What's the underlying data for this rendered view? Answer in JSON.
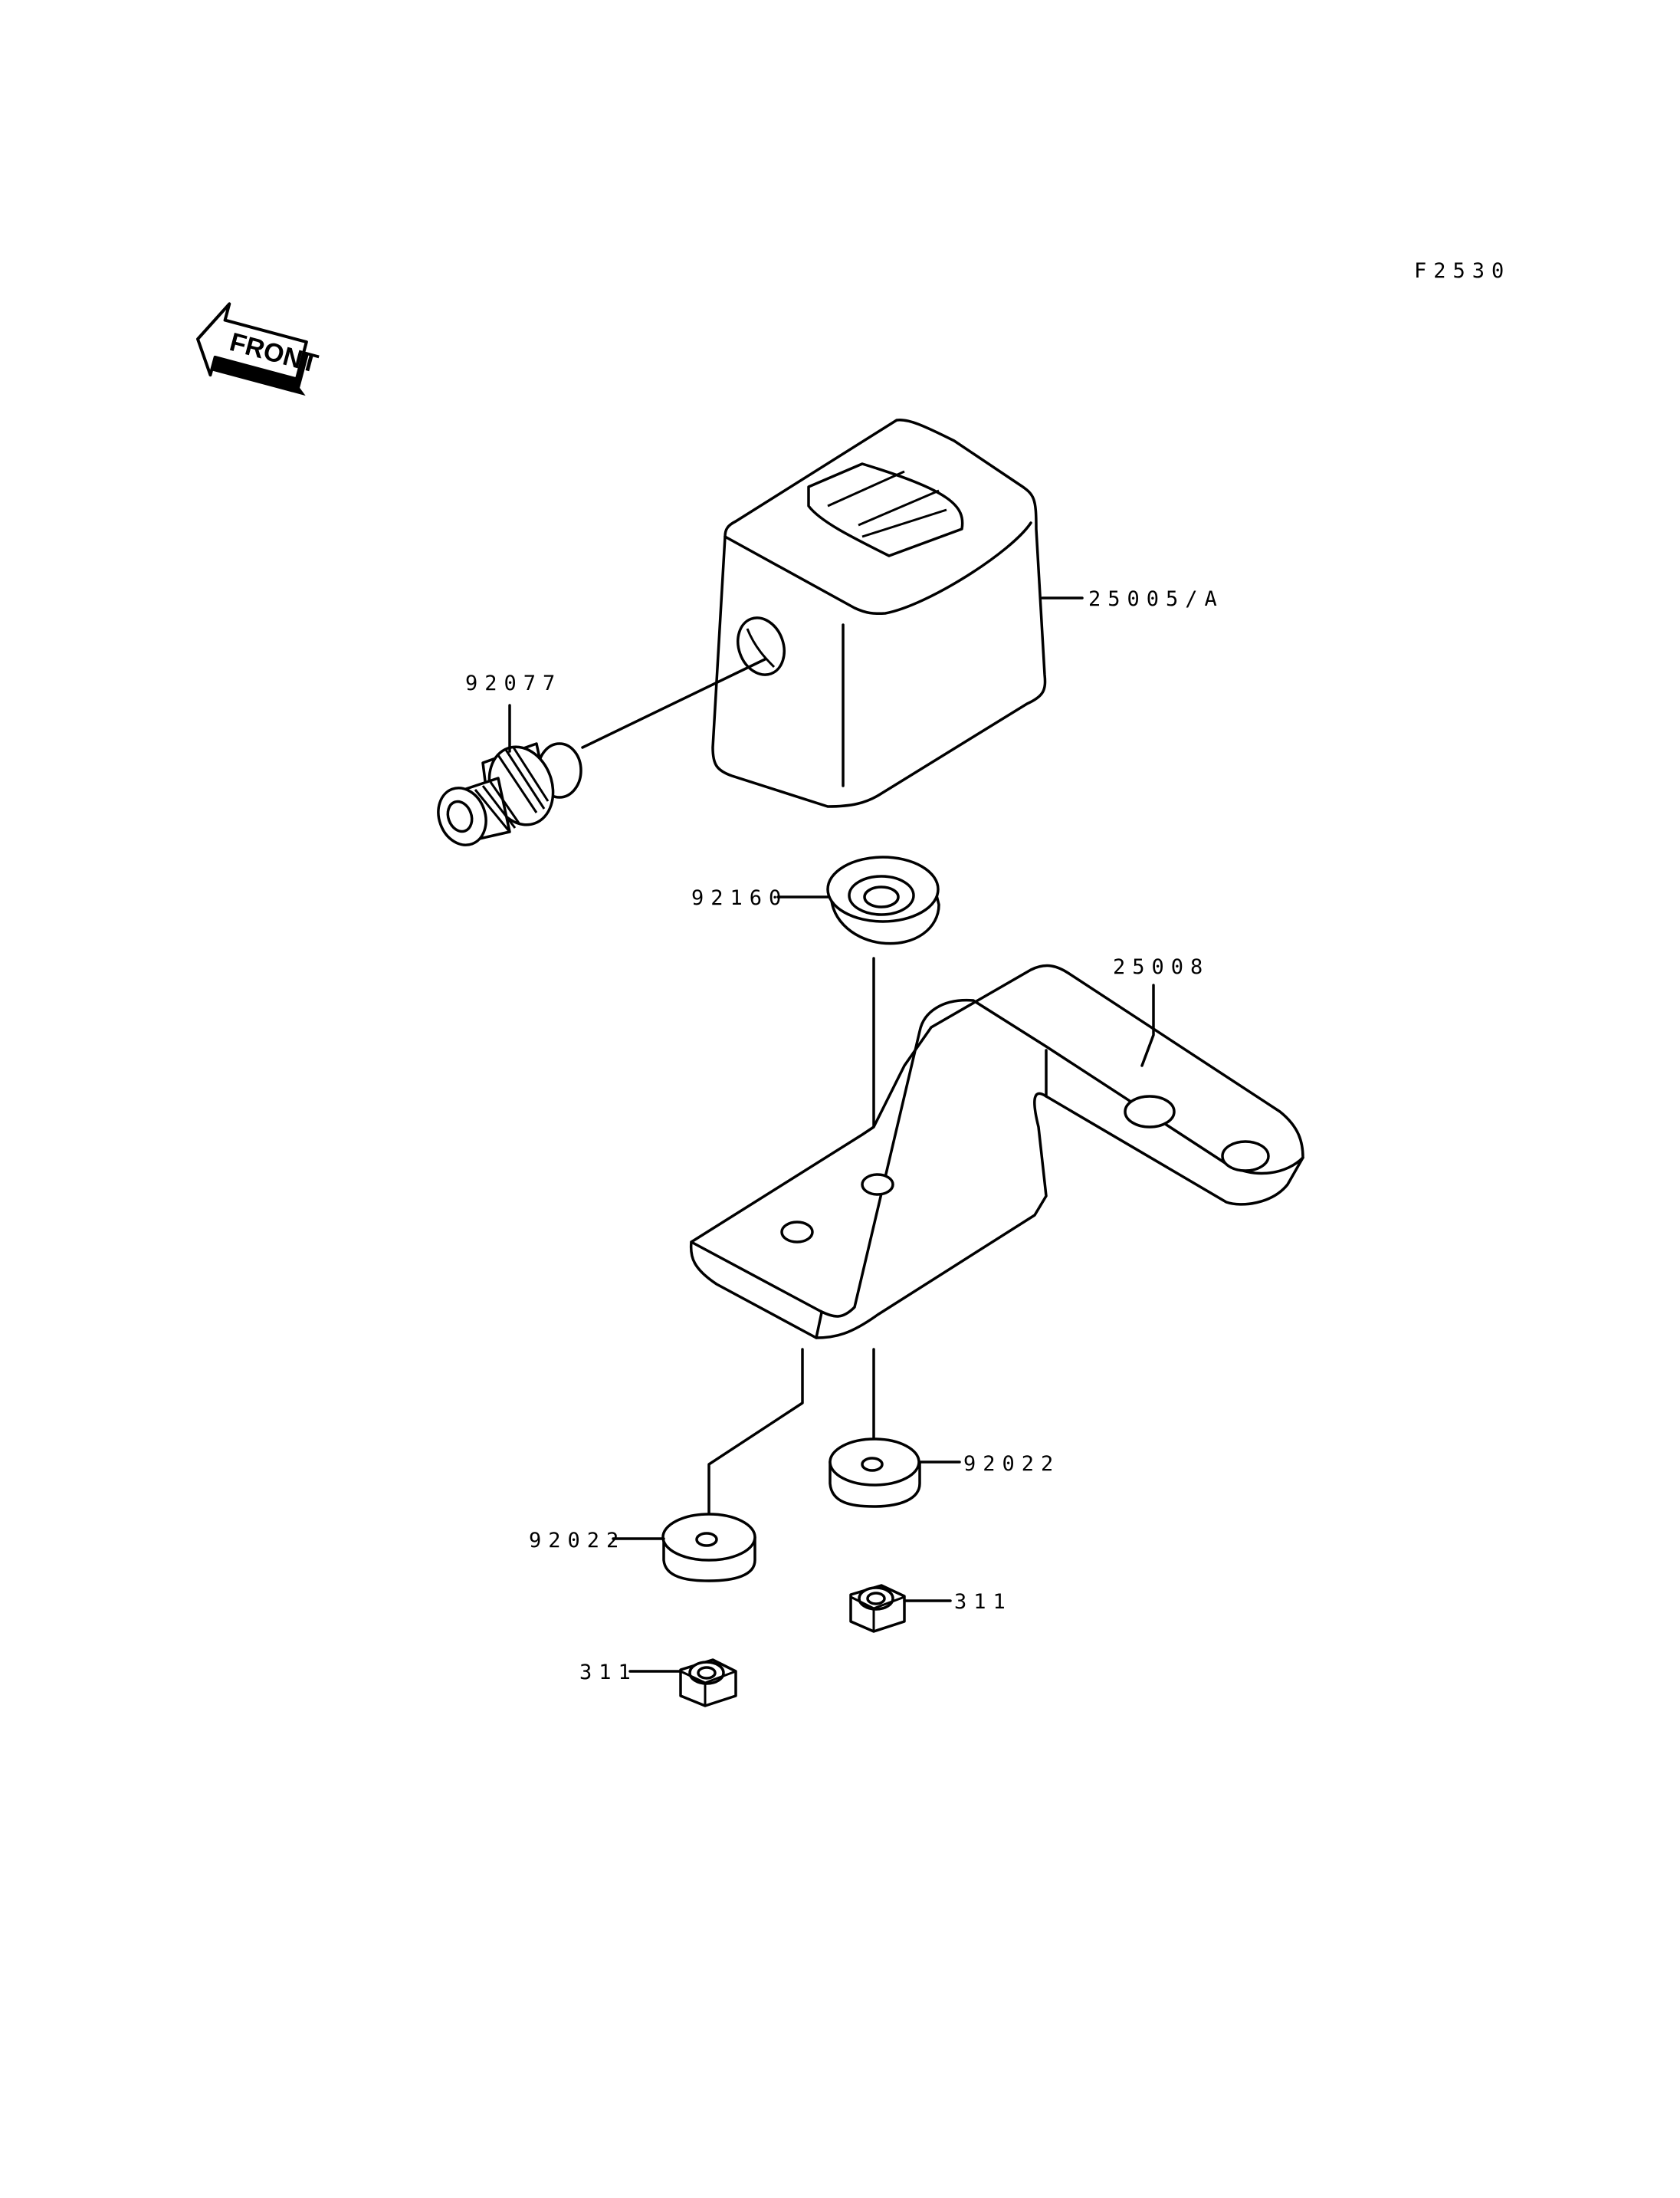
{
  "figure_code": "F2530",
  "front_arrow_text": "FRONT",
  "parts": [
    {
      "id": "speedo-meter",
      "number": "25005/A"
    },
    {
      "id": "pinion-joint",
      "number": "92077"
    },
    {
      "id": "grommet",
      "number": "92160"
    },
    {
      "id": "bracket",
      "number": "25008"
    },
    {
      "id": "washer-right",
      "number": "92022"
    },
    {
      "id": "washer-left",
      "number": "92022"
    },
    {
      "id": "nut-right",
      "number": "311"
    },
    {
      "id": "nut-left",
      "number": "311"
    }
  ]
}
